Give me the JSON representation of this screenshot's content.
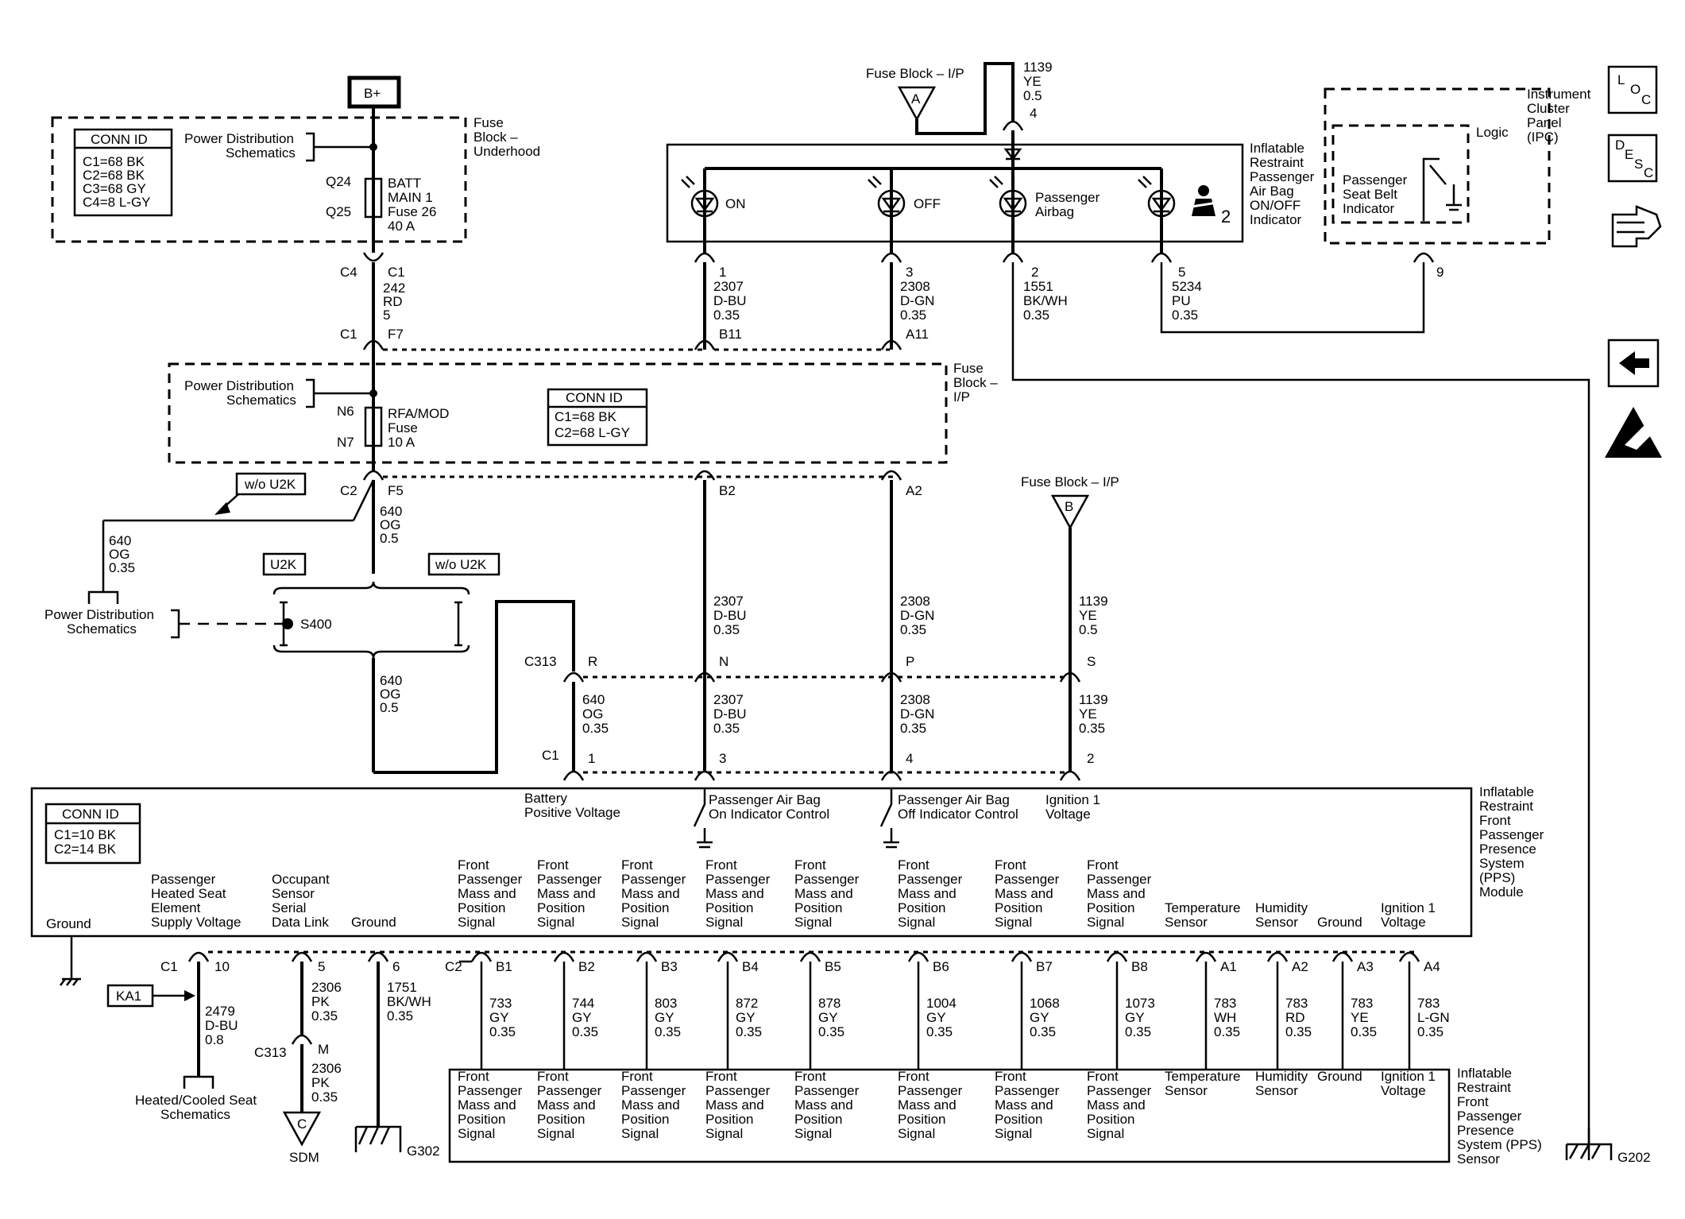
{
  "nav": {
    "loc": [
      "L",
      "O",
      "C"
    ],
    "desc": [
      "D",
      "E",
      "S",
      "C"
    ]
  },
  "battery": "B+",
  "fuse_underhood": {
    "title": [
      "Fuse",
      "Block –",
      "Underhood"
    ],
    "conn_id_title": "CONN ID",
    "conn": [
      "C1=68 BK",
      "C2=68 BK",
      "C3=68 GY",
      "C4=8 L-GY"
    ],
    "pd_label": [
      "Power Distribution",
      "Schematics"
    ],
    "pin_q24": "Q24",
    "pin_q25": "Q25",
    "fuse": [
      "BATT",
      "MAIN 1",
      "Fuse 26",
      "40 A"
    ]
  },
  "wire_242": {
    "c4": "C4",
    "c1a": "C1",
    "lines": [
      "242",
      "RD",
      "5"
    ],
    "c1b": "C1",
    "f7": "F7"
  },
  "fuse_ip": {
    "title": [
      "Fuse",
      "Block –",
      "I/P"
    ],
    "pd_label": [
      "Power Distribution",
      "Schematics"
    ],
    "pin_n6": "N6",
    "pin_n7": "N7",
    "fuse": [
      "RFA/MOD",
      "Fuse",
      "10 A"
    ],
    "conn_id_title": "CONN ID",
    "conn": [
      "C1=68 BK",
      "C2=68 L-GY"
    ],
    "c2": "C2",
    "f5": "F5",
    "b11": "B11",
    "a11": "A11",
    "b2": "B2",
    "a2": "A2"
  },
  "u2k": {
    "wo1": "w/o U2K",
    "u2k": "U2K",
    "wo2": "w/o U2K",
    "w640a": [
      "640",
      "OG",
      "0.35"
    ],
    "w640b": [
      "640",
      "OG",
      "0.5"
    ],
    "w640c": [
      "640",
      "OG",
      "0.5"
    ],
    "pd_label": [
      "Power Distribution",
      "Schematics"
    ],
    "splice": "S400"
  },
  "fuse_ip_top": {
    "label": "Fuse Block – I/P",
    "tri": "A",
    "wire": [
      "1139",
      "YE",
      "0.5"
    ],
    "pin": "4"
  },
  "indicator": {
    "title": [
      "Inflatable",
      "Restraint",
      "Passenger",
      "Air Bag",
      "ON/OFF",
      "Indicator"
    ],
    "on": "ON",
    "off": "OFF",
    "airbag": [
      "Passenger",
      "Airbag"
    ],
    "num2": "2",
    "pins": {
      "p1": [
        "1",
        "2307",
        "D-BU",
        "0.35"
      ],
      "p3": [
        "3",
        "2308",
        "D-GN",
        "0.35"
      ],
      "p2": [
        "2",
        "1551",
        "BK/WH",
        "0.35"
      ],
      "p5": [
        "5",
        "5234",
        "PU",
        "0.35"
      ]
    }
  },
  "ipc": {
    "title": [
      "Instrument",
      "Cluster",
      "Panel",
      "(IPC)"
    ],
    "logic": "Logic",
    "label": [
      "Passenger",
      "Seat Belt",
      "Indicator"
    ],
    "pin": "9"
  },
  "middle": {
    "w2307": [
      "2307",
      "D-BU",
      "0.35"
    ],
    "w2308": [
      "2308",
      "D-GN",
      "0.35"
    ],
    "fbip": "Fuse Block – I/P",
    "tri": "B",
    "w1139": [
      "1139",
      "YE",
      "0.5"
    ],
    "c313": "C313",
    "r": "R",
    "n": "N",
    "p": "P",
    "s": "S",
    "w640": [
      "640",
      "OG",
      "0.35"
    ],
    "w2307b": [
      "2307",
      "D-BU",
      "0.35"
    ],
    "w2308b": [
      "2308",
      "D-GN",
      "0.35"
    ],
    "w1139b": [
      "1139",
      "YE",
      "0.35"
    ],
    "c1": "C1",
    "p1": "1",
    "p3": "3",
    "p4": "4",
    "p2": "2"
  },
  "pps_module": {
    "title": [
      "Inflatable",
      "Restraint",
      "Front",
      "Passenger",
      "Presence",
      "System",
      "(PPS)",
      "Module"
    ],
    "conn_id_title": "CONN ID",
    "conn": [
      "C1=10 BK",
      "C2=14 BK"
    ],
    "top_labels": [
      [
        "Battery",
        "Positive Voltage"
      ],
      [
        "Passenger Air Bag",
        "On Indicator Control"
      ],
      [
        "Passenger Air Bag",
        "Off Indicator Control"
      ],
      [
        "Ignition 1",
        "Voltage"
      ]
    ],
    "ground": "Ground",
    "heated": [
      "Passenger",
      "Heated Seat",
      "Element",
      "Supply Voltage"
    ],
    "occupant": [
      "Occupant",
      "Sensor",
      "Serial",
      "Data Link"
    ],
    "ground2": "Ground",
    "fpmps": [
      "Front",
      "Passenger",
      "Mass and",
      "Position",
      "Signal"
    ],
    "temp": [
      "Temperature",
      "Sensor"
    ],
    "humid": [
      "Humidity",
      "Sensor"
    ],
    "ground3": "Ground",
    "ign": [
      "Ignition 1",
      "Voltage"
    ]
  },
  "bottom": {
    "c1": "C1",
    "c2": "C2",
    "pin10": "10",
    "pin5": "5",
    "pin6": "6",
    "ka1": "KA1",
    "w2479": [
      "2479",
      "D-BU",
      "0.8"
    ],
    "w2306": [
      "2306",
      "PK",
      "0.35"
    ],
    "w1751": [
      "1751",
      "BK/WH",
      "0.35"
    ],
    "c313": "C313",
    "m": "M",
    "w2306b": [
      "2306",
      "PK",
      "0.35"
    ],
    "heated_label": [
      "Heated/Cooled Seat",
      "Schematics"
    ],
    "sdm": "SDM",
    "tri_c": "C",
    "g302": "G302",
    "g202": "G202",
    "cpins": [
      {
        "pin": "B1",
        "w": [
          "733",
          "GY",
          "0.35"
        ]
      },
      {
        "pin": "B2",
        "w": [
          "744",
          "GY",
          "0.35"
        ]
      },
      {
        "pin": "B3",
        "w": [
          "803",
          "GY",
          "0.35"
        ]
      },
      {
        "pin": "B4",
        "w": [
          "872",
          "GY",
          "0.35"
        ]
      },
      {
        "pin": "B5",
        "w": [
          "878",
          "GY",
          "0.35"
        ]
      },
      {
        "pin": "B6",
        "w": [
          "1004",
          "GY",
          "0.35"
        ]
      },
      {
        "pin": "B7",
        "w": [
          "1068",
          "GY",
          "0.35"
        ]
      },
      {
        "pin": "B8",
        "w": [
          "1073",
          "GY",
          "0.35"
        ]
      },
      {
        "pin": "A1",
        "w": [
          "783",
          "WH",
          "0.35"
        ]
      },
      {
        "pin": "A2",
        "w": [
          "783",
          "RD",
          "0.35"
        ]
      },
      {
        "pin": "A3",
        "w": [
          "783",
          "YE",
          "0.35"
        ]
      },
      {
        "pin": "A4",
        "w": [
          "783",
          "L-GN",
          "0.35"
        ]
      }
    ]
  },
  "pps_sensor": {
    "title": [
      "Inflatable",
      "Restraint",
      "Front",
      "Passenger",
      "Presence",
      "System (PPS)",
      "Sensor"
    ],
    "fpmps": [
      "Front",
      "Passenger",
      "Mass and",
      "Position",
      "Signal"
    ],
    "temp": [
      "Temperature",
      "Sensor"
    ],
    "humid": [
      "Humidity",
      "Sensor"
    ],
    "ground": "Ground",
    "ign": [
      "Ignition 1",
      "Voltage"
    ]
  }
}
